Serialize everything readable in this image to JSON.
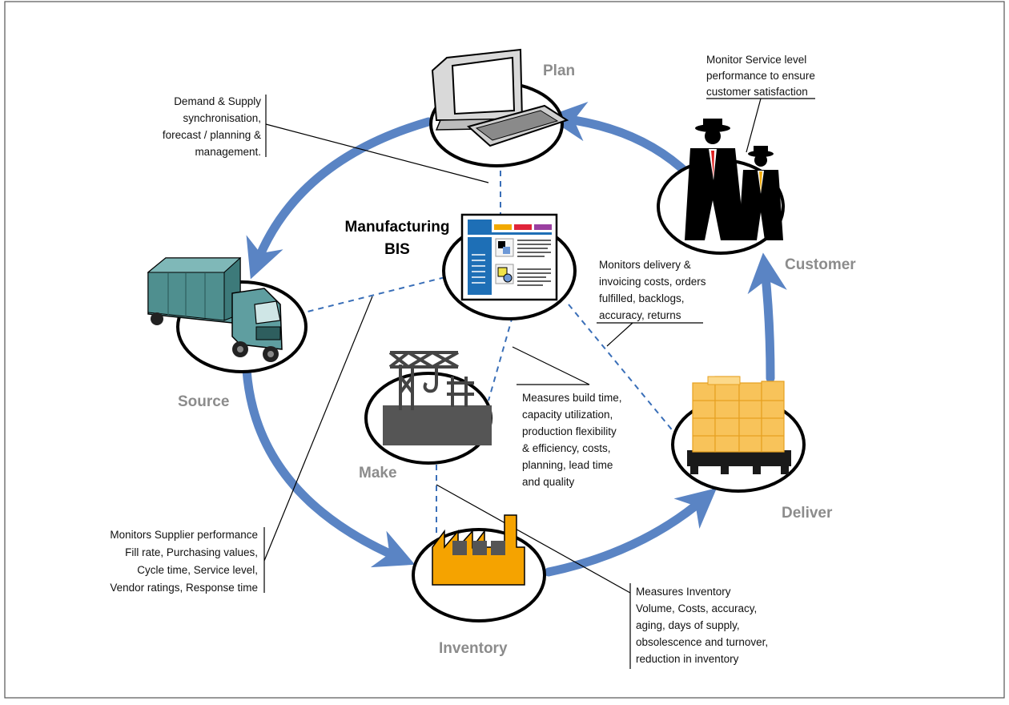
{
  "center": {
    "line1": "Manufacturing",
    "line2": "BIS"
  },
  "nodes": {
    "plan": "Plan",
    "customer": "Customer",
    "deliver": "Deliver",
    "inventory": "Inventory",
    "make": "Make",
    "source": "Source"
  },
  "notes": {
    "plan": [
      "Demand & Supply",
      "synchronisation,",
      "forecast / planning &",
      "management."
    ],
    "customer": [
      "Monitor Service level",
      "performance to ensure",
      "customer satisfaction"
    ],
    "deliver": [
      "Monitors delivery &",
      "invoicing costs, orders",
      "fulfilled, backlogs,",
      "accuracy, returns"
    ],
    "make": [
      "Measures build time,",
      "capacity utilization,",
      "production flexibility",
      "& efficiency, costs,",
      "planning, lead time",
      "and quality"
    ],
    "source": [
      "Monitors Supplier performance",
      "Fill rate, Purchasing values,",
      "Cycle time, Service level,",
      "Vendor ratings, Response time"
    ],
    "inventory": [
      "Measures Inventory",
      "Volume, Costs, accuracy,",
      "aging, days of supply,",
      "obsolescence and turnover,",
      "reduction in inventory"
    ]
  },
  "colors": {
    "cycle": "#5a84c4",
    "factory": "#f5a300",
    "boxes": "#f8c35a",
    "truck": "#4f8f8f",
    "accent_blue": "#1e6fb6",
    "border": "#555555"
  }
}
